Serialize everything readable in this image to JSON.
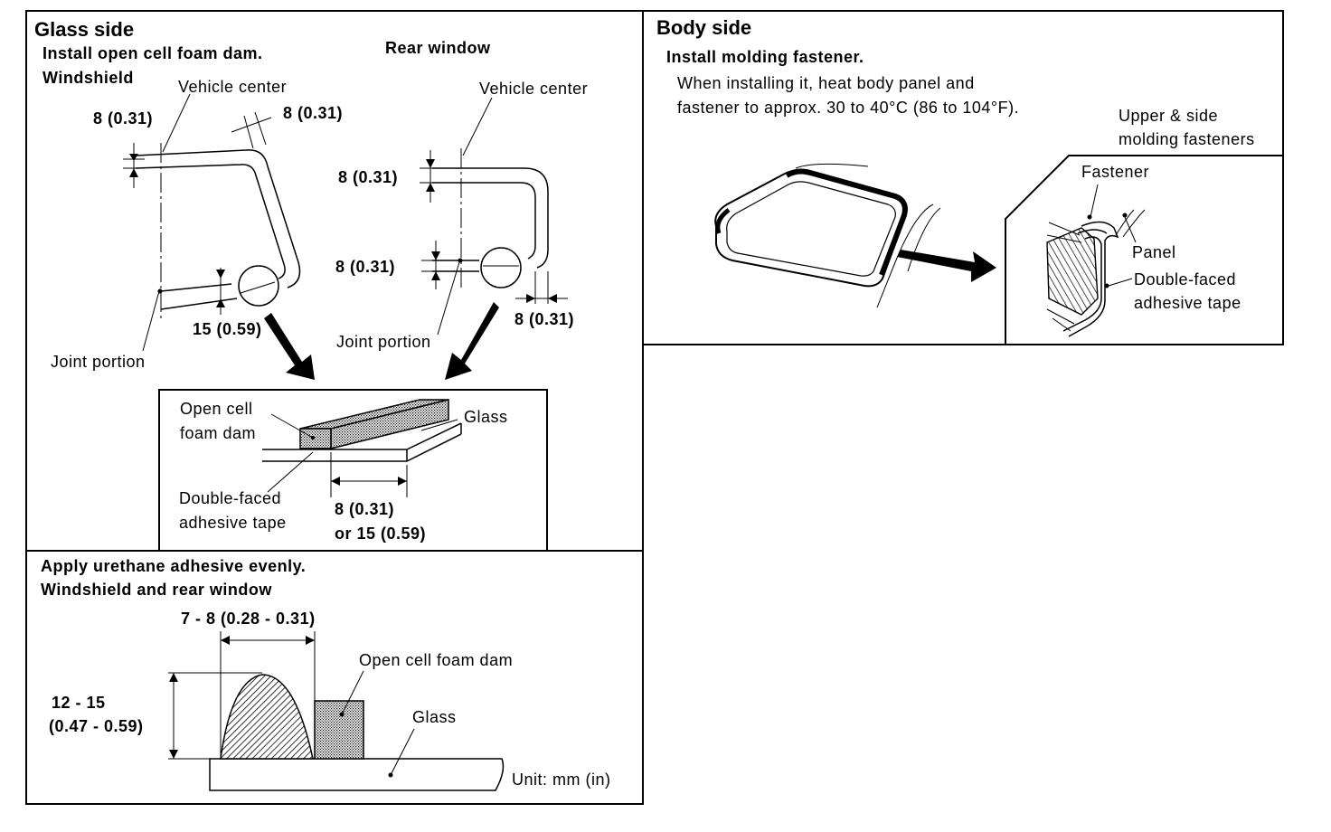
{
  "glass_side": {
    "title": "Glass side",
    "instruction": "Install open cell foam dam.",
    "windshield_label": "Windshield",
    "rear_window_label": "Rear window",
    "windshield": {
      "vehicle_center": "Vehicle center",
      "dim_top_left": "8 (0.31)",
      "dim_top_right": "8 (0.31)",
      "dim_bottom": "15 (0.59)",
      "joint_portion": "Joint portion"
    },
    "rear_window": {
      "vehicle_center": "Vehicle center",
      "dim_top": "8 (0.31)",
      "dim_middle": "8 (0.31)",
      "dim_bottom_right": "8 (0.31)",
      "joint_portion": "Joint portion"
    },
    "detail": {
      "foam_dam_line1": "Open cell",
      "foam_dam_line2": "foam dam",
      "glass": "Glass",
      "tape_line1": "Double-faced",
      "tape_line2": "adhesive tape",
      "dim_line1": "8 (0.31)",
      "dim_line2": "or 15 (0.59)"
    }
  },
  "urethane": {
    "instruction": "Apply urethane adhesive evenly.",
    "subtitle": "Windshield and rear window",
    "width_dim": "7 - 8 (0.28 - 0.31)",
    "height_line1": "12 - 15",
    "height_line2": "(0.47 - 0.59)",
    "foam_dam": "Open cell foam dam",
    "glass": "Glass",
    "unit": "Unit: mm (in)"
  },
  "body_side": {
    "title": "Body side",
    "instruction": "Install molding fastener.",
    "note_line1": "When installing it, heat body panel and",
    "note_line2": "fastener to approx. 30 to 40°C (86 to 104°F).",
    "fastener_group_line1": "Upper & side",
    "fastener_group_line2": "molding fasteners",
    "fastener": "Fastener",
    "panel": "Panel",
    "tape_line1": "Double-faced",
    "tape_line2": "adhesive tape"
  }
}
